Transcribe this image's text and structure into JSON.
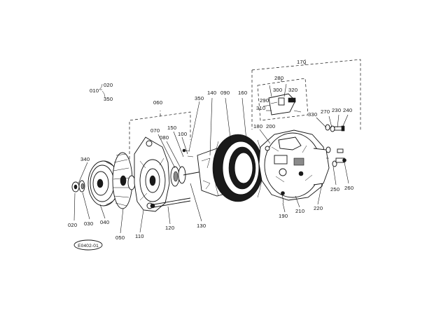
{
  "diagram": {
    "labels": [
      {
        "id": "p170",
        "text": "170"
      },
      {
        "id": "p280",
        "text": "280"
      },
      {
        "id": "p300",
        "text": "300"
      },
      {
        "id": "p320",
        "text": "320"
      },
      {
        "id": "p290",
        "text": "290"
      },
      {
        "id": "p310",
        "text": "310"
      },
      {
        "id": "p200",
        "text": "200"
      },
      {
        "id": "p020a",
        "text": "020"
      },
      {
        "id": "p010",
        "text": "010"
      },
      {
        "id": "p350a",
        "text": "350"
      },
      {
        "id": "p060",
        "text": "060"
      },
      {
        "id": "p350",
        "text": "350"
      },
      {
        "id": "p140",
        "text": "140"
      },
      {
        "id": "p090",
        "text": "090"
      },
      {
        "id": "p160",
        "text": "160"
      },
      {
        "id": "p330",
        "text": "330"
      },
      {
        "id": "p270",
        "text": "270"
      },
      {
        "id": "p230",
        "text": "230"
      },
      {
        "id": "p240",
        "text": "240"
      },
      {
        "id": "p070",
        "text": "070"
      },
      {
        "id": "p150",
        "text": "150"
      },
      {
        "id": "p080",
        "text": "080"
      },
      {
        "id": "p100",
        "text": "100"
      },
      {
        "id": "p180",
        "text": "180"
      },
      {
        "id": "p340",
        "text": "340"
      },
      {
        "id": "p250",
        "text": "250"
      },
      {
        "id": "p260",
        "text": "260"
      },
      {
        "id": "p190",
        "text": "190"
      },
      {
        "id": "p210",
        "text": "210"
      },
      {
        "id": "p220",
        "text": "220"
      },
      {
        "id": "p020",
        "text": "020"
      },
      {
        "id": "p030",
        "text": "030"
      },
      {
        "id": "p040",
        "text": "040"
      },
      {
        "id": "p050",
        "text": "050"
      },
      {
        "id": "p110",
        "text": "110"
      },
      {
        "id": "p120",
        "text": "120"
      },
      {
        "id": "p130",
        "text": "130"
      }
    ],
    "figure_code": "E0402-01"
  }
}
